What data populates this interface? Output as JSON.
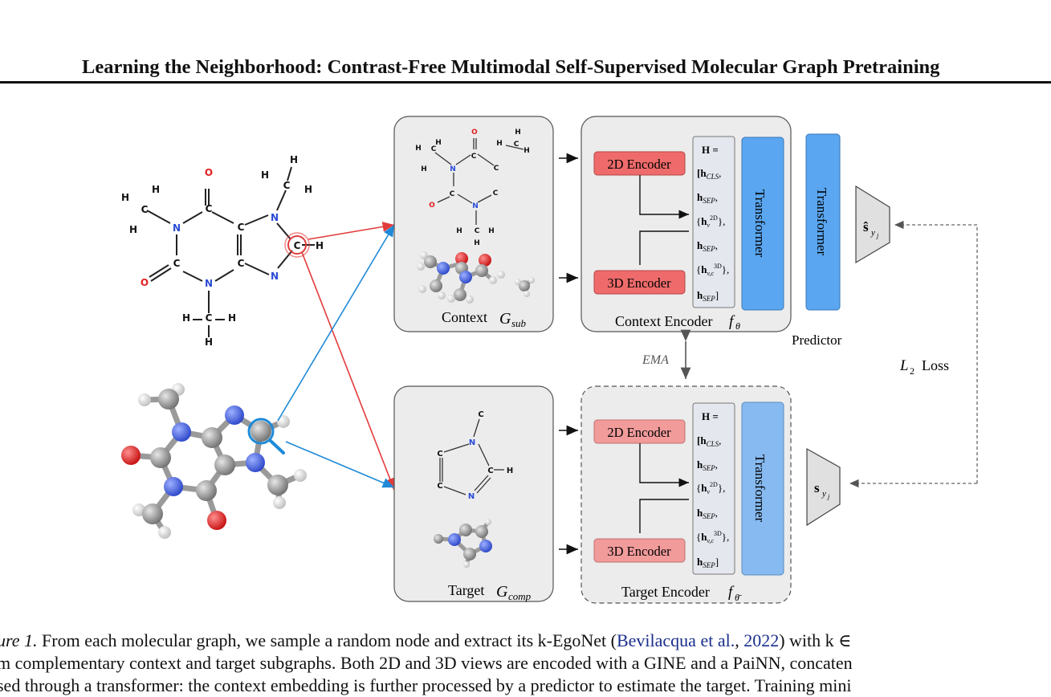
{
  "header": {
    "title": "Learning the Neighborhood: Contrast-Free Multimodal Self-Supervised Molecular Graph Pretraining"
  },
  "figure": {
    "mol2d_atoms": [
      "H",
      "H",
      "H",
      "C",
      "N",
      "C",
      "O",
      "C",
      "O",
      "C",
      "C",
      "N",
      "C",
      "N",
      "H",
      "C",
      "H",
      "H",
      "C",
      "H",
      "H",
      "H",
      "H"
    ],
    "context_label": "Context",
    "context_sym": "G",
    "context_sub": "sub",
    "target_label": "Target",
    "target_sym": "G",
    "target_sub": "comp",
    "enc2d": "2D Encoder",
    "enc3d": "3D Encoder",
    "transformer": "Transformer",
    "h_lines": [
      "H =",
      "[h",
      "h",
      "{h",
      "h",
      "{h",
      "h"
    ],
    "context_encoder_label": "Context Encoder",
    "context_encoder_sym": "f",
    "context_encoder_sub": "θ",
    "target_encoder_label": "Target Encoder",
    "target_encoder_sym": "f",
    "target_encoder_sub": "θ̄",
    "ema": "EMA",
    "predictor": "Predictor",
    "loss": "L",
    "loss_sub": "2",
    "loss_word": "Loss",
    "s_hat": "ŝ",
    "s": "s",
    "s_sub": "y",
    "s_subsub": "j",
    "colors": {
      "encoder_box_strong": "#ef6b6b",
      "encoder_box_light": "#f29b9b",
      "transformer_strong": "#5aa6f0",
      "transformer_light": "#86baf0",
      "panel_bg": "#ececec",
      "red_arrow": "#e23b3b",
      "blue_arrow": "#1e8ad8",
      "carbon": "#111111",
      "nitrogen": "#2a4bd6",
      "oxygen": "#e0201f"
    }
  },
  "caption": {
    "line1_label": "ure 1.",
    "line1_a": " From each molecular graph, we sample a random node and extract its k-EgoNet (",
    "line1_cite": "Bevilacqua et al.",
    "line1_b": ", ",
    "line1_year": "2022",
    "line1_c": ") with k ∈",
    "line2": "m complementary context and target subgraphs. Both 2D and 3D views are encoded with a GINE and a PaiNN, concaten",
    "line3": "sed through a transformer: the context embedding is further processed by a predictor to estimate the target. Training mini"
  }
}
